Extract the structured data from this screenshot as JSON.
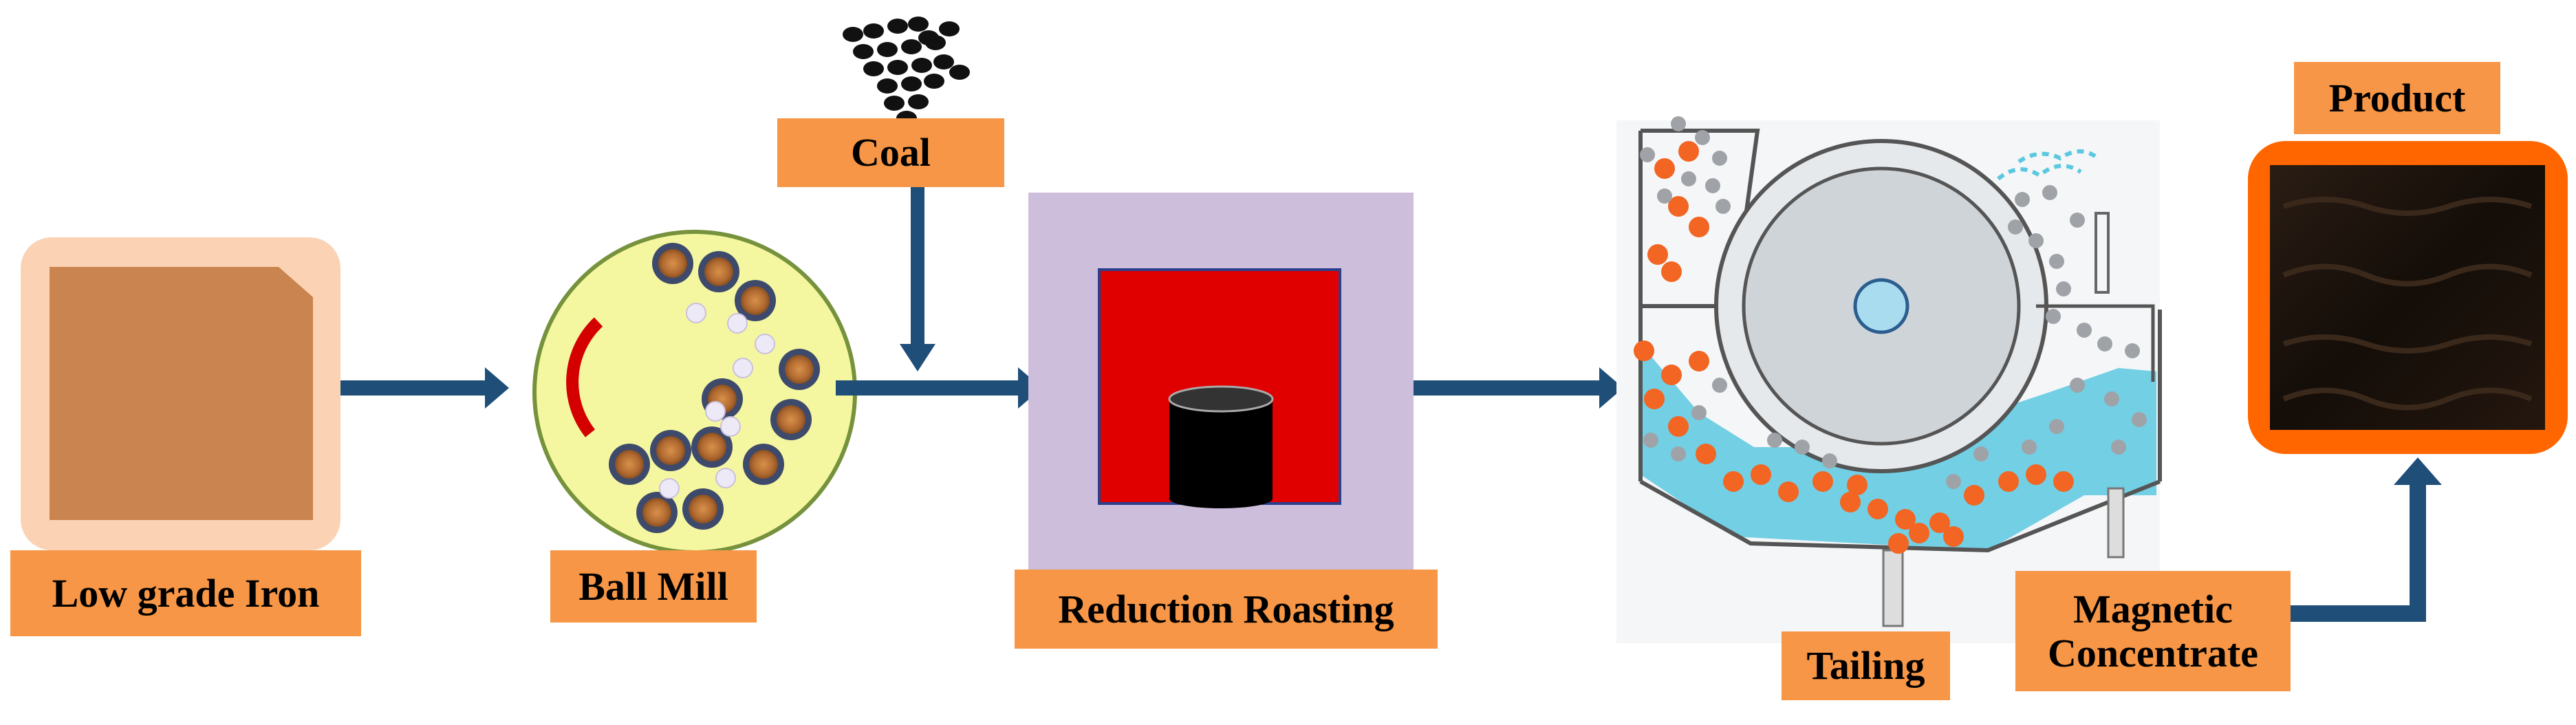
{
  "title": "",
  "stages": {
    "low_grade_iron": "Low grade Iron",
    "ball_mill": "Ball Mill",
    "coal": "Coal",
    "reduction_roasting": "Reduction Roasting",
    "tailing": "Tailing",
    "magnetic_concentrate_line1": "Magnetic",
    "magnetic_concentrate_line2": "Concentrate",
    "product": "Product"
  },
  "colors": {
    "arrow": "#1f4e79",
    "label_bg": "#f79646",
    "ore_tile": "#c9844f",
    "ore_border": "#fbd3b4",
    "mill_fill": "#f5f7a0",
    "mill_border": "#76923c",
    "furnace_outer": "#cdbfdb",
    "furnace_inner": "#e00000",
    "separator_water": "#5bc8e0",
    "magnetic_particle": "#f26522",
    "product_frame": "#ff6600",
    "product_fill": "#1a120c"
  }
}
